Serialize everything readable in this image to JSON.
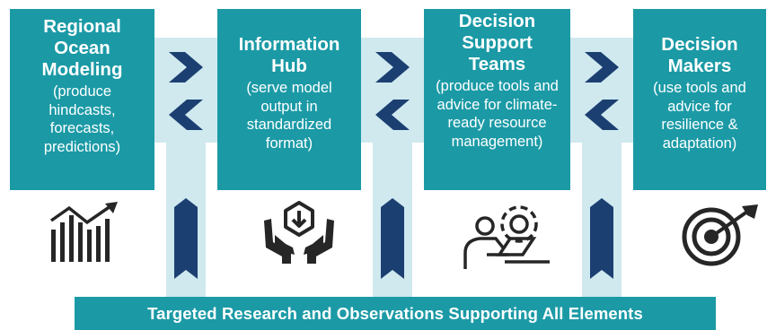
{
  "boxes": [
    {
      "title": "Regional Ocean Modeling",
      "subtitle": "(produce hindcasts, forecasts, predictions)",
      "icon": "bar-chart-trend-icon"
    },
    {
      "title": "Information Hub",
      "subtitle": "(serve model output in standardized format)",
      "icon": "hands-download-icon"
    },
    {
      "title": "Decision Support Teams",
      "subtitle": "(produce tools and advice for climate-ready resource management)",
      "icon": "person-gear-laptop-icon"
    },
    {
      "title": "Decision Makers",
      "subtitle": "(use tools and advice for resilience & adaptation)",
      "icon": "target-arrow-icon"
    }
  ],
  "footer": {
    "label": "Targeted Research and Observations Supporting All Elements"
  },
  "colors": {
    "teal": "#1b9aa6",
    "light_teal": "#cfe9ef",
    "navy": "#1c3f72",
    "icon": "#262626"
  }
}
